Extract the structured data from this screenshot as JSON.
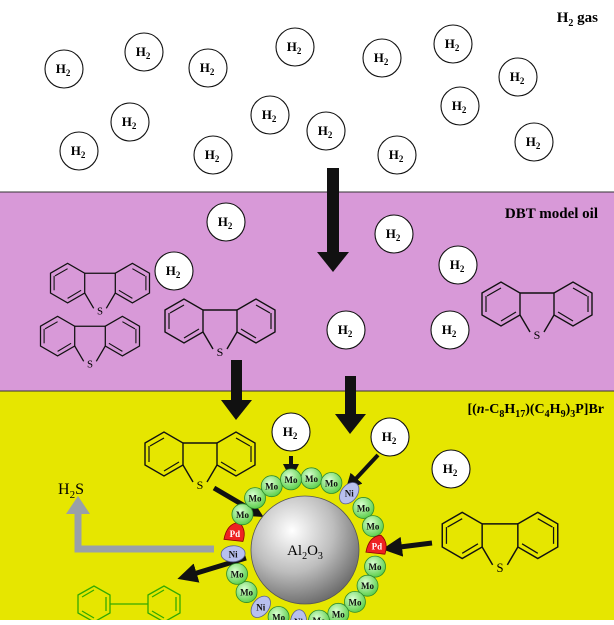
{
  "layers": {
    "gas": {
      "label": "H",
      "label_sub": "2",
      "label_tail": " gas",
      "color": "#ffffff"
    },
    "oil": {
      "label": "DBT model oil",
      "color": "#d899d8"
    },
    "ionic_liquid": {
      "label_parts": [
        "[(",
        "n",
        "-C",
        "8",
        "H",
        "17",
        ")(C",
        "4",
        "H",
        "9",
        ")",
        "3",
        "P]Br"
      ],
      "color": "#e6e600"
    }
  },
  "molecule": {
    "main": "H",
    "sub": "2"
  },
  "sulfur_atom": "S",
  "product_h2s": {
    "main": "H",
    "sub": "2",
    "tail": "S"
  },
  "catalyst": {
    "support": {
      "main": "Al",
      "sub": "2",
      "mid": "O",
      "sub2": "3"
    },
    "mo_label": "Mo",
    "ni_label": "Ni",
    "pd_label": "Pd",
    "colors": {
      "mo": "#66dd66",
      "ni": "#b8c0ee",
      "pd": "#ee2222",
      "support": "#c8c8c8"
    }
  },
  "colors": {
    "arrow": "#111111",
    "gray_arrow": "#9aa0a8",
    "biphenyl": "#33aa00"
  }
}
